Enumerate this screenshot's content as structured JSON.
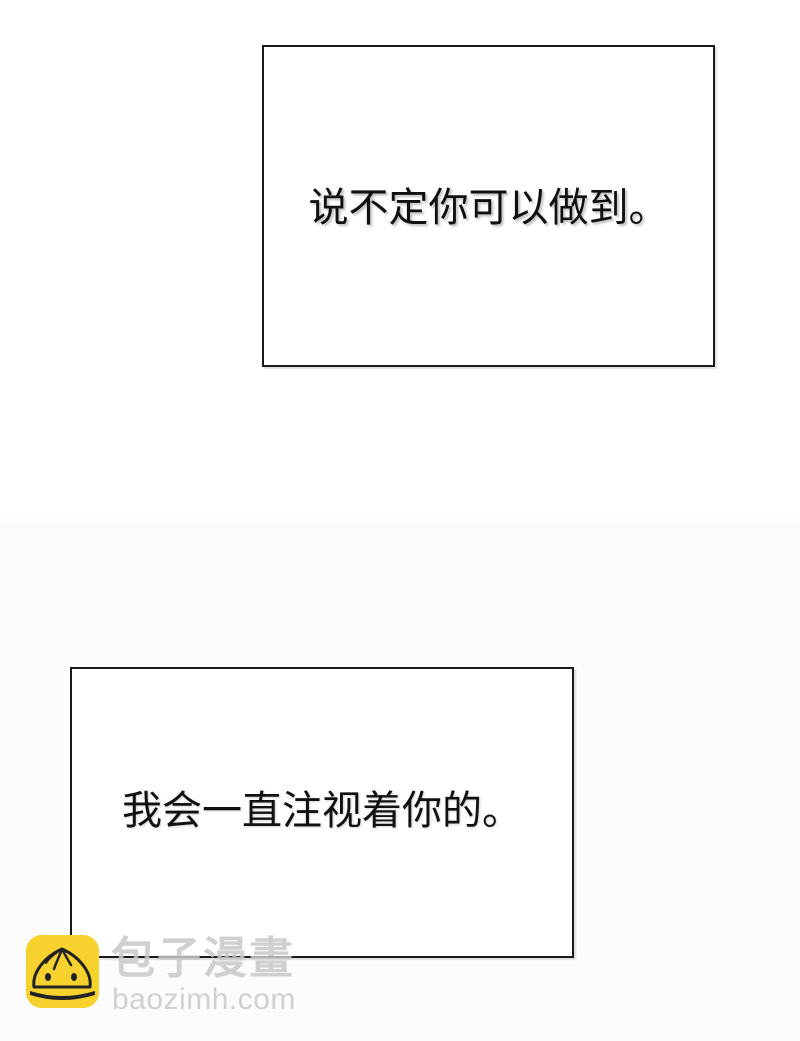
{
  "page": {
    "type": "comic-page",
    "background_top": "#ffffff",
    "background_bottom": "#fcfcfc"
  },
  "captions": [
    {
      "text": "说不定你可以做到。"
    },
    {
      "text": "我会一直注视着你的。"
    }
  ],
  "watermark": {
    "logo_icon": "steamed-bun-icon",
    "logo_color": "#f7d12e",
    "title": "包子漫畫",
    "url": "baozimh.com"
  }
}
